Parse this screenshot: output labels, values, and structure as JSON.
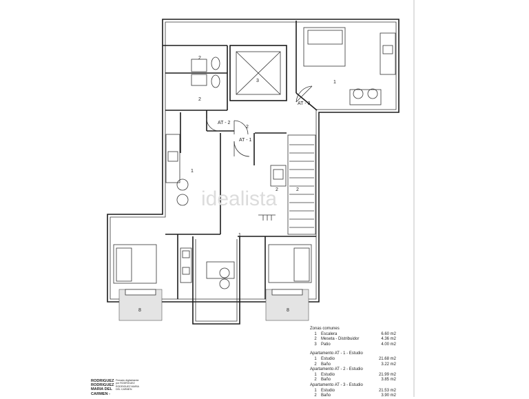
{
  "plan": {
    "watermark": "idealista",
    "rooms": {
      "bath_upper": "2",
      "bath_lower": "2",
      "patio": "3",
      "at3_studio": "1",
      "at3_door": "AT - 3",
      "at2_door": "AT - 2",
      "distributor": "2",
      "at1_door": "AT - 1",
      "left_studio": "1",
      "stair": "2",
      "kitchen_center": "2",
      "center_studio": "1",
      "terrace_left": "8",
      "terrace_right": "8"
    }
  },
  "legend": {
    "common_title": "Zonas comunes",
    "common": [
      {
        "n": "1",
        "label": "Escalera",
        "area": "6.60 m2"
      },
      {
        "n": "2",
        "label": "Meseta - Distribuidor",
        "area": "4.36 m2"
      },
      {
        "n": "3",
        "label": "Patio",
        "area": "4.00 m2"
      }
    ],
    "apartments": [
      {
        "title": "Apartamento AT - 1 - Estudio",
        "rows": [
          {
            "n": "1",
            "label": "Estudio",
            "area": "21.68 m2"
          },
          {
            "n": "2",
            "label": "Baño",
            "area": "3.22 m2"
          }
        ]
      },
      {
        "title": "Apartamento AT - 2 - Estudio",
        "rows": [
          {
            "n": "1",
            "label": "Estudio",
            "area": "21.99 m2"
          },
          {
            "n": "2",
            "label": "Baño",
            "area": "3.85 m2"
          }
        ]
      },
      {
        "title": "Apartamento AT - 3 - Estudio",
        "rows": [
          {
            "n": "1",
            "label": "Estudio",
            "area": "21.53 m2"
          },
          {
            "n": "2",
            "label": "Baño",
            "area": "3.90 m2"
          }
        ]
      }
    ]
  },
  "signature": {
    "name": [
      "RODRIGUEZ",
      "RODRIGUEZ",
      "MARIA DEL",
      "CARMEN -"
    ],
    "stamp": "Firmado digitalmente por RODRIGUEZ RODRIGUEZ MARIA DEL CARMEN"
  }
}
